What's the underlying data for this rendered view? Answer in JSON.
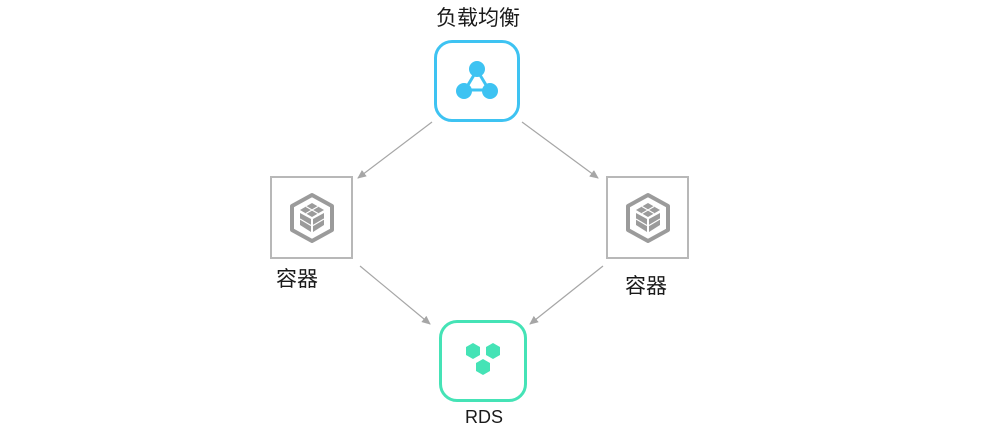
{
  "nodes": {
    "load_balancer": {
      "label": "负载均衡",
      "icon": "network-triangle-icon",
      "color": "#3ec3f2"
    },
    "container_left": {
      "label": "容器",
      "icon": "container-cube-icon",
      "color": "#9b9b9b"
    },
    "container_right": {
      "label": "容器",
      "icon": "container-cube-icon",
      "color": "#9b9b9b"
    },
    "rds": {
      "label": "RDS",
      "icon": "database-hexagons-icon",
      "color": "#45e3b6"
    }
  },
  "edges": [
    {
      "from": "load_balancer",
      "to": "container_left"
    },
    {
      "from": "load_balancer",
      "to": "container_right"
    },
    {
      "from": "container_left",
      "to": "rds"
    },
    {
      "from": "container_right",
      "to": "rds"
    }
  ],
  "colors": {
    "edge": "#a6a6a6"
  }
}
